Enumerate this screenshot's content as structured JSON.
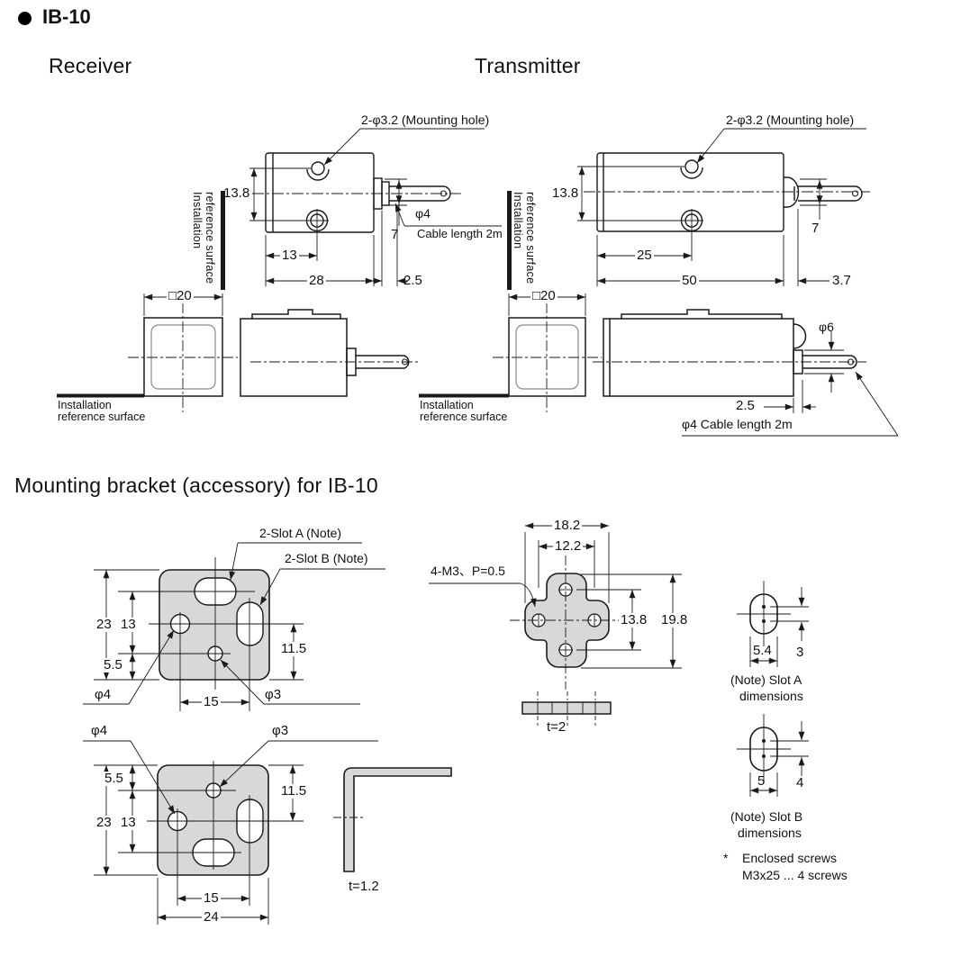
{
  "headers": {
    "product": "IB-10",
    "receiver": "Receiver",
    "transmitter": "Transmitter",
    "bracket": "Mounting bracket (accessory) for IB-10"
  },
  "receiver": {
    "mounting_hole_label": "2-φ3.2 (Mounting hole)",
    "dim_height": "13.8",
    "dim_hole_offset": "13",
    "dim_width": "28",
    "dim_protrusion": "2.5",
    "dim_gland": "7",
    "cable_dia": "φ4",
    "cable_label": "Cable length 2m",
    "dim_square": "□20",
    "install_v_line1": "Installation",
    "install_v_line2": "reference surface",
    "install_h_line1": "Installation",
    "install_h_line2": "reference surface"
  },
  "transmitter": {
    "mounting_hole_label": "2-φ3.2 (Mounting hole)",
    "dim_height": "13.8",
    "dim_hole_offset": "25",
    "dim_width": "50",
    "dim_protrusion": "3.7",
    "dim_gland": "7",
    "lens_dia": "φ6",
    "dim_cable_offset": "2.5",
    "cable_label": "φ4 Cable length 2m",
    "dim_square": "□20",
    "install_v_line1": "Installation",
    "install_v_line2": "reference surface",
    "install_h_line1": "Installation",
    "install_h_line2": "reference surface"
  },
  "bracket1": {
    "slot_a_label": "2-Slot A (Note)",
    "slot_b_label": "2-Slot B (Note)",
    "dim_23": "23",
    "dim_13": "13",
    "dim_5_5": "5.5",
    "dim_11_5": "11.5",
    "dim_15": "15",
    "hole_phi4": "φ4",
    "hole_phi3": "φ3"
  },
  "bracket2": {
    "hole_phi4": "φ4",
    "hole_phi3": "φ3",
    "dim_5_5": "5.5",
    "dim_23": "23",
    "dim_13": "13",
    "dim_11_5": "11.5",
    "dim_15": "15",
    "dim_24": "24",
    "thickness": "t=1.2"
  },
  "cross_plate": {
    "dim_18_2": "18.2",
    "dim_12_2": "12.2",
    "screw_label": "4-M3、P=0.5",
    "dim_13_8": "13.8",
    "dim_19_8": "19.8",
    "thickness": "t=2"
  },
  "slot_a_detail": {
    "dim_width": "5.4",
    "dim_pitch": "3",
    "note_line1": "(Note) Slot A",
    "note_line2": "dimensions"
  },
  "slot_b_detail": {
    "dim_width": "5",
    "dim_pitch": "4",
    "note_line1": "(Note) Slot B",
    "note_line2": "dimensions"
  },
  "screws_note": {
    "marker": "*",
    "line1": "Enclosed screws",
    "line2": "M3x25 ... 4 screws"
  }
}
